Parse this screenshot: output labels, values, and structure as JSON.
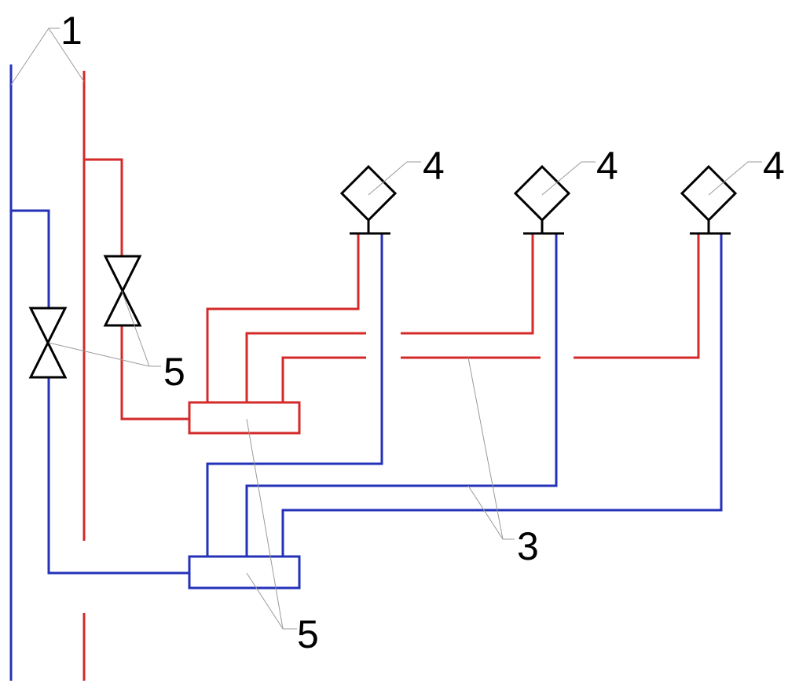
{
  "callouts": {
    "riser": "1",
    "pipes": "3",
    "fixture_1": "4",
    "fixture_2": "4",
    "fixture_3": "4",
    "valves": "5",
    "manifolds": "5"
  },
  "colors": {
    "hot_water": "#d42a2a",
    "cold_water": "#2432b8",
    "symbols": "#000000",
    "leaders": "#9a9a9a"
  }
}
